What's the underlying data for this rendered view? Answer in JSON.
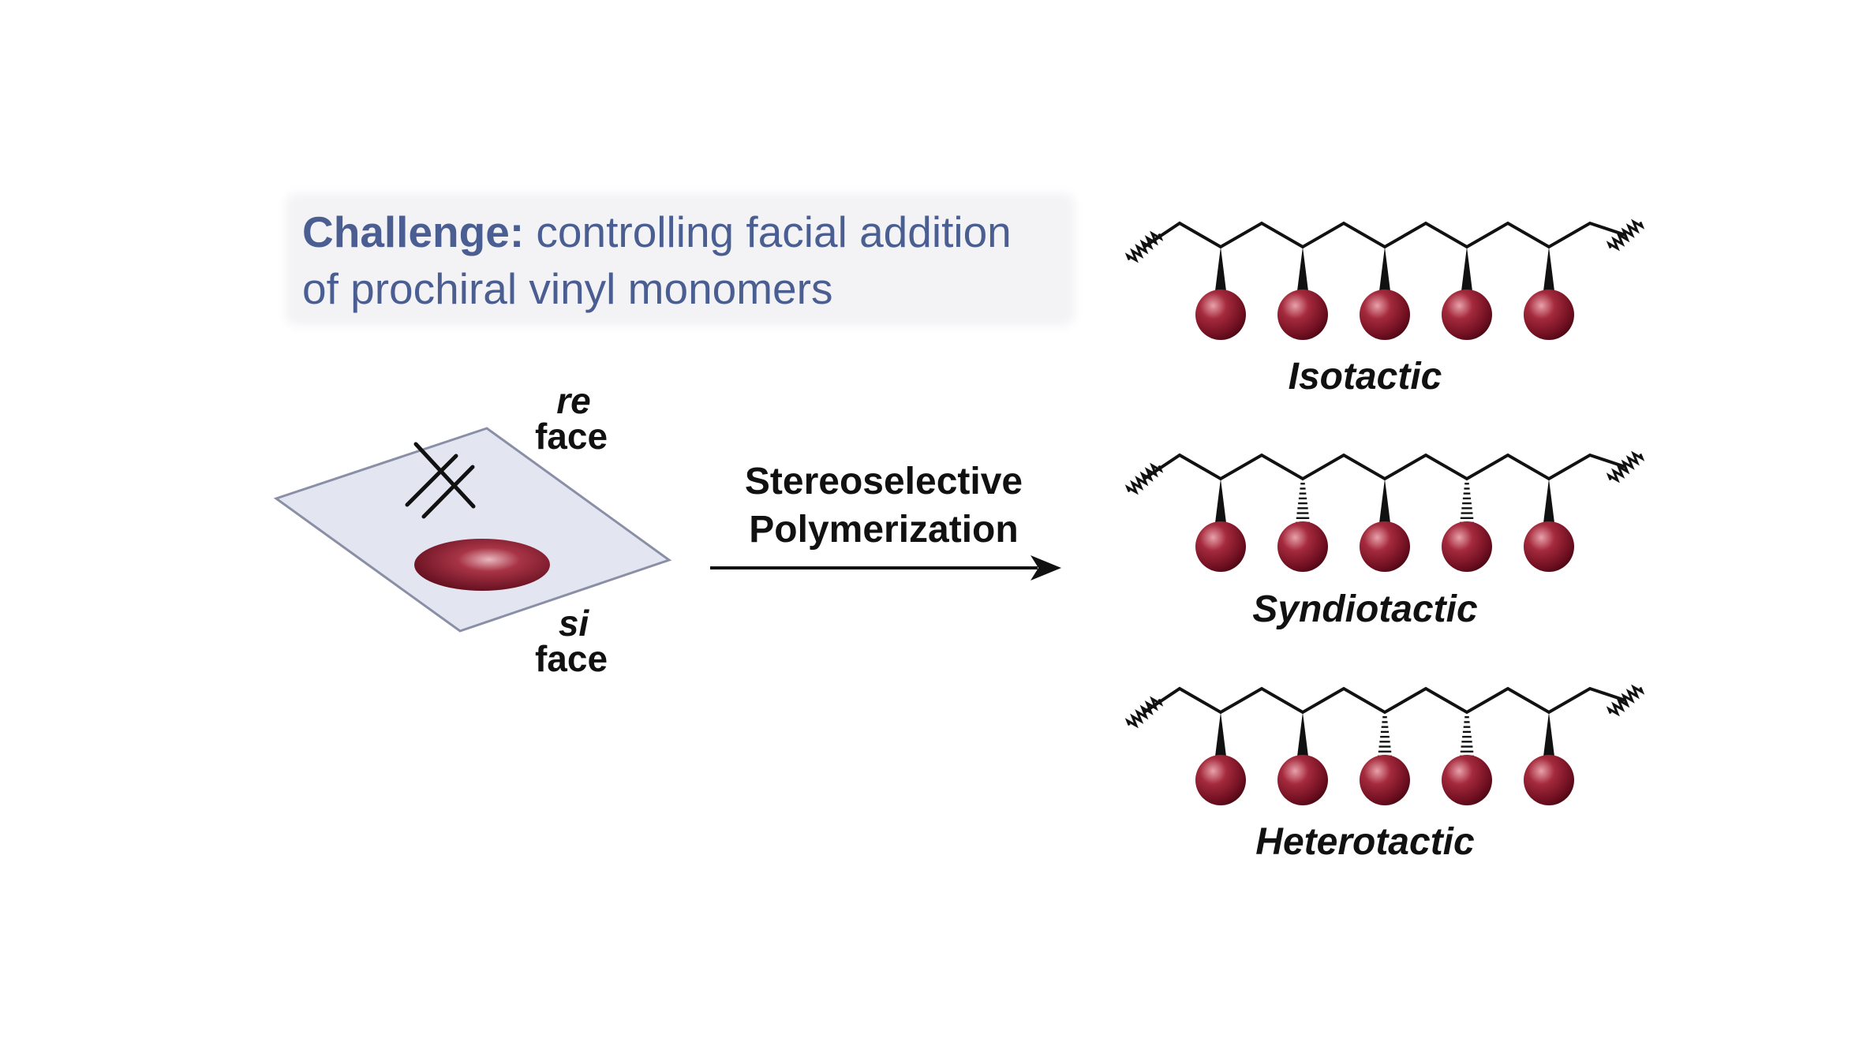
{
  "challenge": {
    "label": "Challenge:",
    "line1_rest": " controlling facial addition",
    "line2": "of prochiral vinyl monomers"
  },
  "monomer": {
    "re_label": "re",
    "re_face": "face",
    "si_label": "si",
    "si_face": "face"
  },
  "arrow": {
    "line1": "Stereoselective",
    "line2": "Polymerization"
  },
  "chains": [
    {
      "name": "Isotactic",
      "stereo": [
        "wedge",
        "wedge",
        "wedge",
        "wedge",
        "wedge"
      ]
    },
    {
      "name": "Syndiotactic",
      "stereo": [
        "wedge",
        "hash",
        "wedge",
        "hash",
        "wedge"
      ]
    },
    {
      "name": "Heterotactic",
      "stereo": [
        "wedge",
        "wedge",
        "hash",
        "hash",
        "wedge"
      ]
    }
  ],
  "colors": {
    "challenge_text": "#4a5e92",
    "challenge_box": "#f4f4f6",
    "plane_fill": "#e3e6f1",
    "plane_stroke": "#8b8fa6",
    "sphere": "#7a1426",
    "line": "#111111"
  }
}
